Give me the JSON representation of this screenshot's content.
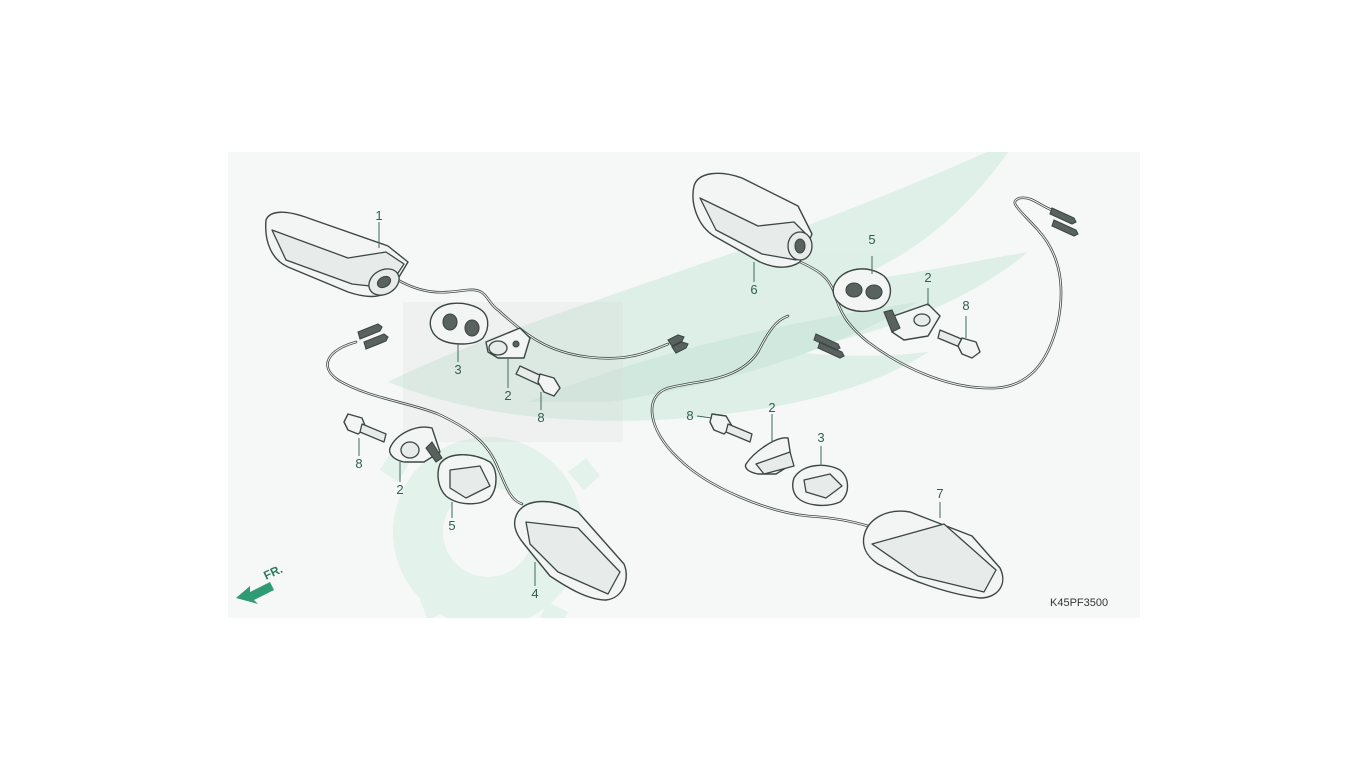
{
  "diagram": {
    "code": "K45PF3500",
    "front_indicator": "FR.",
    "colors": {
      "panel": "#f6f7f7",
      "watermark": "#d5ece2",
      "callout": "#2f5f52",
      "line": "#3c4744",
      "arrow": "#2f9a73"
    },
    "callouts": {
      "c1": "1",
      "c2a": "2",
      "c2b": "2",
      "c2c": "2",
      "c2d": "2",
      "c3a": "3",
      "c3b": "3",
      "c4": "4",
      "c5a": "5",
      "c5b": "5",
      "c6": "6",
      "c7": "7",
      "c8a": "8",
      "c8b": "8",
      "c8c": "8",
      "c8d": "8"
    }
  }
}
